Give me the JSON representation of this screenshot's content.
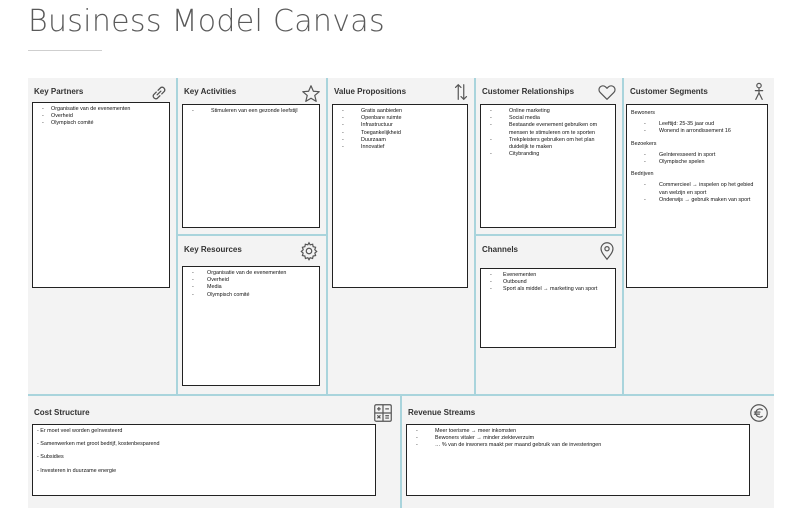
{
  "page": {
    "title": "Business Model Canvas"
  },
  "sections": {
    "key_partners": {
      "header": "Key Partners",
      "items": [
        "Organisatie van de evenementen",
        "Overheid",
        "Olympisch comité"
      ]
    },
    "key_activities": {
      "header": "Key Activities",
      "items": [
        "Stimuleren van een gezonde leefstijl"
      ]
    },
    "key_resources": {
      "header": "Key Resources",
      "items": [
        "Organisatie van de evenementen",
        "Overheid",
        "Media",
        "Olympisch comité"
      ]
    },
    "value_propositions": {
      "header": "Value Propositions",
      "items": [
        "Gratis aanbieden",
        "Openbare ruimte",
        "Infrastructuur",
        "Toegankelijkheid",
        "Duurzaam",
        "Innovatief"
      ]
    },
    "customer_relationships": {
      "header": "Customer Relationships",
      "items": [
        "Online marketing",
        "Social media",
        "Bestaande evenement gebruiken om mensen te stimuleren om te sporten",
        "Trekpleisters gebruiken om het plan duidelijk te maken",
        "Citybranding"
      ]
    },
    "channels": {
      "header": "Channels",
      "items": [
        "Evenementen",
        "Outbound",
        "Sport als middel → marketing van sport"
      ]
    },
    "customer_segments": {
      "header": "Customer Segments",
      "groups": [
        {
          "name": "Bewoners",
          "items": [
            "Leeftijd: 25-35 jaar oud",
            "Wonend in arrondissement 16"
          ]
        },
        {
          "name": "Bezoekers",
          "items": [
            "Geïnteresseerd in sport",
            "Olympische spelen"
          ]
        },
        {
          "name": "Bedrijven",
          "items": [
            "Commercieel → inspelen op het gebied van welzijn en sport",
            "Onderwijs → gebruik maken van sport"
          ]
        }
      ]
    },
    "cost_structure": {
      "header": "Cost Structure",
      "items": [
        "- Er moet veel worden geïnvesteerd",
        "- Samenwerken met groot bedrijf, kostenbesparend",
        "- Subsidies",
        "- Investeren in duurzame energie"
      ]
    },
    "revenue_streams": {
      "header": "Revenue Streams",
      "items": [
        "Meer toerisme → meer inkomsten",
        "Bewoners vitaler → minder ziekteverzuim",
        "… % van de inwoners maakt per maand gebruik van de investeringen"
      ]
    }
  },
  "icons": {
    "key_partners": "link-icon",
    "key_activities": "star-icon",
    "key_resources": "gear-icon",
    "value_propositions": "arrows-up-down-icon",
    "customer_relationships": "heart-icon",
    "channels": "location-pin-icon",
    "customer_segments": "person-icon",
    "cost_structure": "calculator-icon",
    "revenue_streams": "euro-icon"
  },
  "colors": {
    "divider": "#a9d4dc",
    "background": "#f3f3f3",
    "title": "#5a5a5a"
  }
}
